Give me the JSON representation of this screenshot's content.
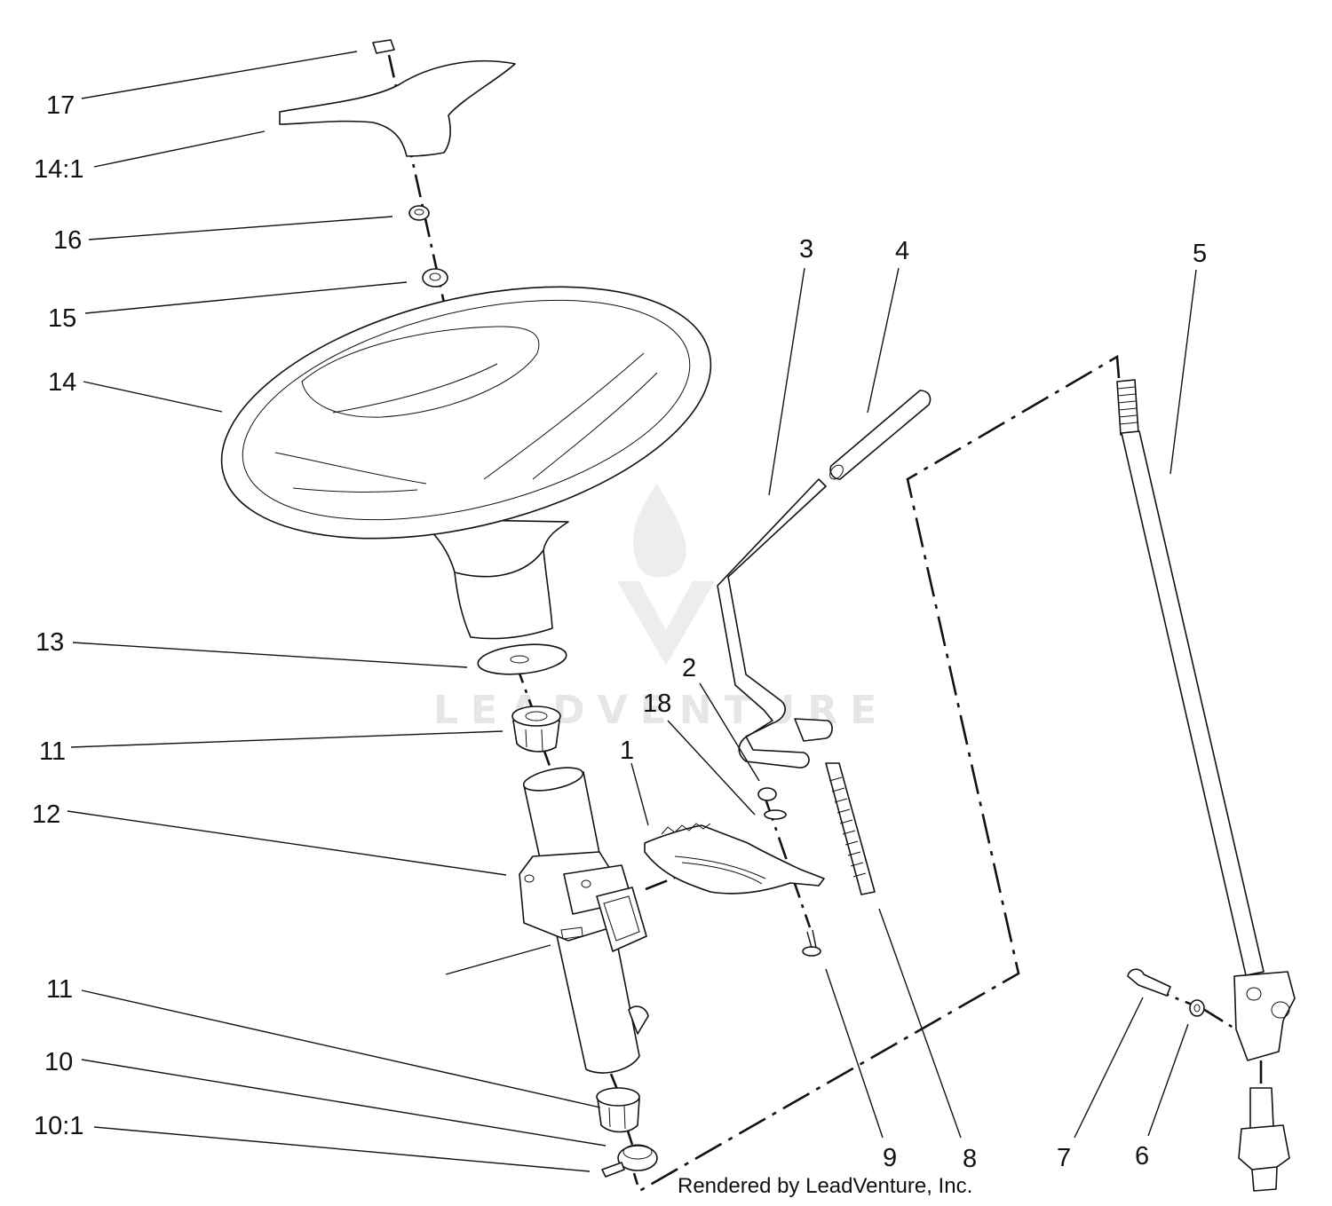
{
  "diagram": {
    "callouts": [
      {
        "id": "c17",
        "text": "17"
      },
      {
        "id": "c14-1",
        "text": "14:1"
      },
      {
        "id": "c16",
        "text": "16"
      },
      {
        "id": "c15",
        "text": "15"
      },
      {
        "id": "c14",
        "text": "14"
      },
      {
        "id": "c13",
        "text": "13"
      },
      {
        "id": "c11-top",
        "text": "11"
      },
      {
        "id": "c12",
        "text": "12"
      },
      {
        "id": "c11-bottom",
        "text": "11"
      },
      {
        "id": "c10",
        "text": "10"
      },
      {
        "id": "c10-1",
        "text": "10:1"
      },
      {
        "id": "c3",
        "text": "3"
      },
      {
        "id": "c4",
        "text": "4"
      },
      {
        "id": "c5",
        "text": "5"
      },
      {
        "id": "c2",
        "text": "2"
      },
      {
        "id": "c18",
        "text": "18"
      },
      {
        "id": "c1",
        "text": "1"
      },
      {
        "id": "c9",
        "text": "9"
      },
      {
        "id": "c8",
        "text": "8"
      },
      {
        "id": "c7",
        "text": "7"
      },
      {
        "id": "c6",
        "text": "6"
      }
    ],
    "credit": "Rendered by LeadVenture, Inc.",
    "watermark": "LEADVENTURE"
  }
}
